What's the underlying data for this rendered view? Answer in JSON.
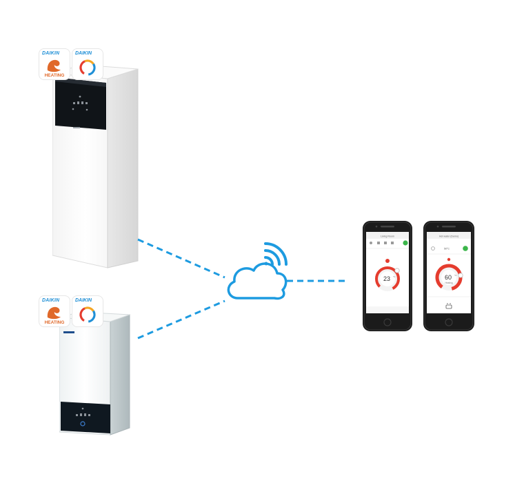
{
  "apps": {
    "heating_brand": "DAIKIN",
    "heating_label": "HEATING",
    "onecta_brand": "DAIKIN"
  },
  "phone_left": {
    "title": "Living Room",
    "temperature": "23",
    "unit": "°C"
  },
  "phone_right": {
    "title": "Hot water (Demo)",
    "setpoint": "50°C",
    "temperature": "60",
    "unit": "°C",
    "status": "Heating"
  },
  "colors": {
    "daikin_blue": "#1f8fd6",
    "heating_orange": "#e0692a",
    "dial_red": "#e53c2e",
    "link_blue": "#1d9be0",
    "power_green": "#3bb54a"
  }
}
